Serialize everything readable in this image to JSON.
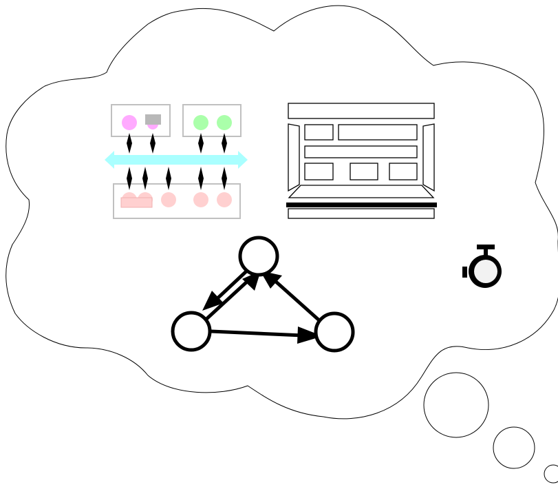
{
  "figure": {
    "elements": [
      {
        "name": "thought-cloud",
        "kind": "cloud-outline"
      },
      {
        "name": "thought-bubble-large",
        "kind": "circle"
      },
      {
        "name": "thought-bubble-medium",
        "kind": "circle"
      },
      {
        "name": "thought-bubble-small",
        "kind": "circle"
      },
      {
        "name": "bus-architecture-icon",
        "kind": "icon"
      },
      {
        "name": "layout-wireframe-icon",
        "kind": "icon"
      },
      {
        "name": "graph-three-nodes",
        "kind": "directed-graph"
      },
      {
        "name": "stopwatch-icon",
        "kind": "icon"
      }
    ]
  },
  "colors": {
    "outline": "#000000",
    "box_gray": "#c0c0c0",
    "bus_cyan": "#aaffff",
    "magenta_node": "#ffaaff",
    "green_node": "#aaffaa",
    "pink_node": "#ffd0d0",
    "gray_block": "#b8b8b8",
    "stopwatch_fill": "#f2f2f2"
  },
  "graph": {
    "nodes": [
      "top",
      "left",
      "right"
    ],
    "edges": [
      {
        "from": "top",
        "to": "left"
      },
      {
        "from": "left",
        "to": "top"
      },
      {
        "from": "left",
        "to": "right"
      },
      {
        "from": "right",
        "to": "top"
      }
    ]
  }
}
